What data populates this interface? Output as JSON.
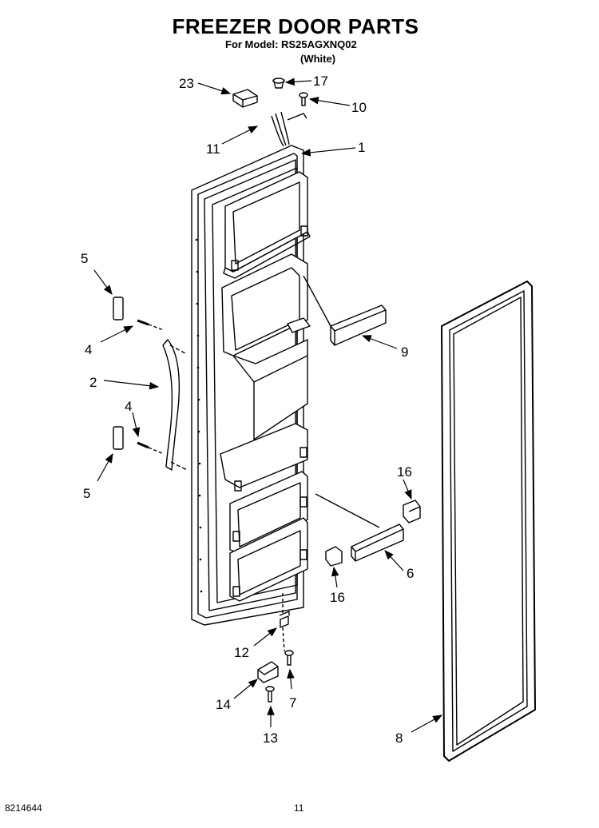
{
  "header": {
    "title": "FREEZER DOOR PARTS",
    "model_line": "For Model: RS25AGXNQ02",
    "variant": "(White)"
  },
  "footer": {
    "doc_number": "8214644",
    "page_number": "11"
  },
  "callouts": {
    "c23": "23",
    "c17": "17",
    "c10": "10",
    "c11": "11",
    "c1": "1",
    "c5a": "5",
    "c4a": "4",
    "c2": "2",
    "c4b": "4",
    "c5b": "5",
    "c9": "9",
    "c16a": "16",
    "c6": "6",
    "c16b": "16",
    "c12": "12",
    "c14": "14",
    "c7": "7",
    "c13": "13",
    "c8": "8"
  }
}
